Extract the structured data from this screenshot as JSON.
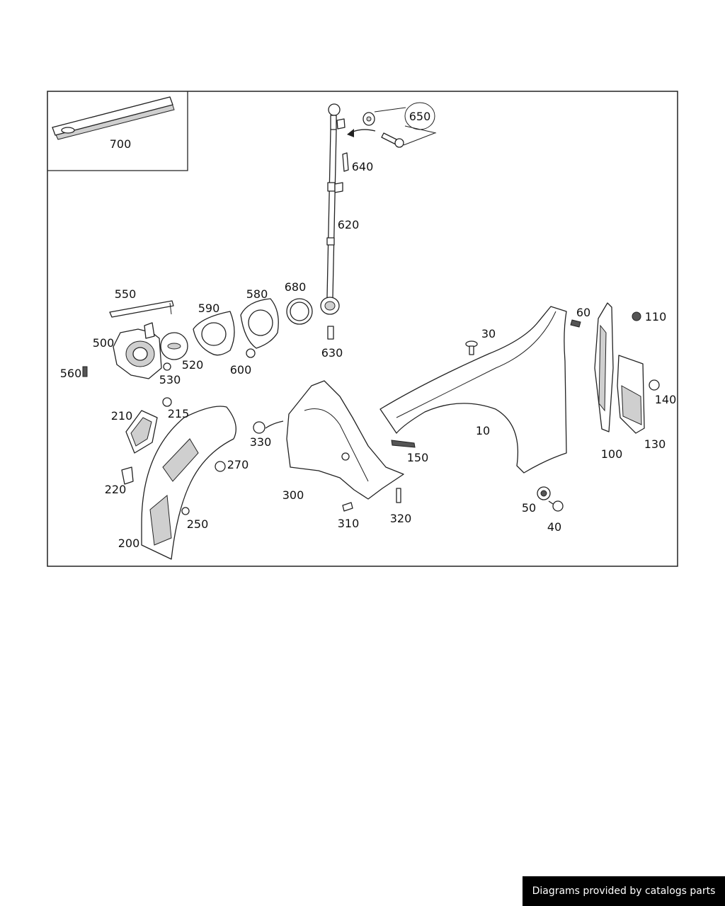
{
  "diagram": {
    "part_labels": [
      "700",
      "650",
      "640",
      "620",
      "550",
      "590",
      "580",
      "680",
      "500",
      "520",
      "530",
      "560",
      "600",
      "630",
      "60",
      "110",
      "30",
      "140",
      "10",
      "130",
      "100",
      "210",
      "215",
      "150",
      "330",
      "270",
      "300",
      "220",
      "250",
      "310",
      "320",
      "50",
      "40",
      "200"
    ]
  },
  "footer": {
    "credit": "Diagrams provided by catalogs parts"
  }
}
